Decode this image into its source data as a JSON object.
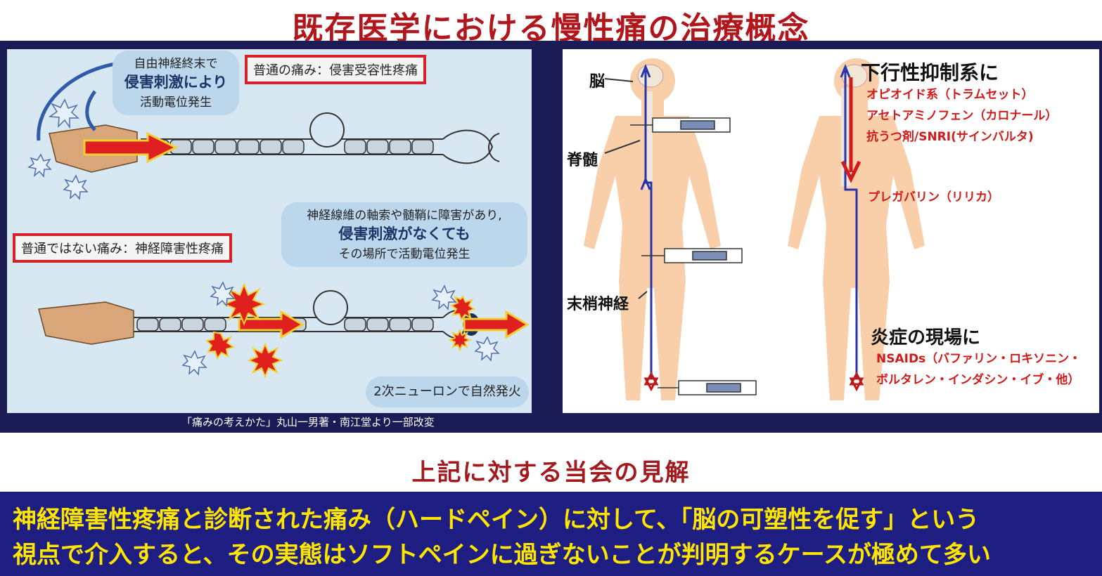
{
  "title": "既存医学における慢性痛の治療概念",
  "left": {
    "bubble1": {
      "line1": "自由神経終末で",
      "line2": "侵害刺激により",
      "line3": "活動電位発生"
    },
    "label_normal": "普通の痛み：侵害受容性疼痛",
    "bubble2": {
      "line1": "神経線維の軸索や髄鞘に障害があり,",
      "line2": "侵害刺激がなくても",
      "line3": "その場所で活動電位発生"
    },
    "label_abnormal": "普通ではない痛み：神経障害性疼痛",
    "bubble3": "2次ニューロンで自然発火",
    "credit": "「痛みの考えかた」丸山一男著・南江堂より一部改変"
  },
  "right": {
    "label_brain": "脳",
    "label_spinal": "脊髄",
    "label_peripheral": "末梢神経",
    "descending_heading": "下行性抑制系に",
    "descending_drugs": [
      "オピオイド系（トラムセット）",
      "アセトアミノフェン（カロナール）",
      "抗うつ剤/SNRI(サインバルタ)"
    ],
    "pregabalin": "プレガバリン（リリカ）",
    "inflammation_heading": "炎症の現場に",
    "nsaids_line1": "NSAIDs（バファリン・ロキソニン・",
    "nsaids_line2": "ボルタレン・インダシン・イブ・他）"
  },
  "subtitle": "上記に対する当会の見解",
  "bottom": {
    "line1": "神経障害性疼痛と診断された痛み（ハードペイン）に対して、「脳の可塑性を促す」という",
    "line2": "視点で介入すると、その実態はソフトペインに過ぎないことが判明するケースが極めて多い"
  },
  "colors": {
    "title": "#b0161c",
    "panel": "#1b1b55",
    "bottom_bg": "#1e1e82",
    "bottom_text": "#ffe600",
    "drug": "#d11a1a"
  }
}
